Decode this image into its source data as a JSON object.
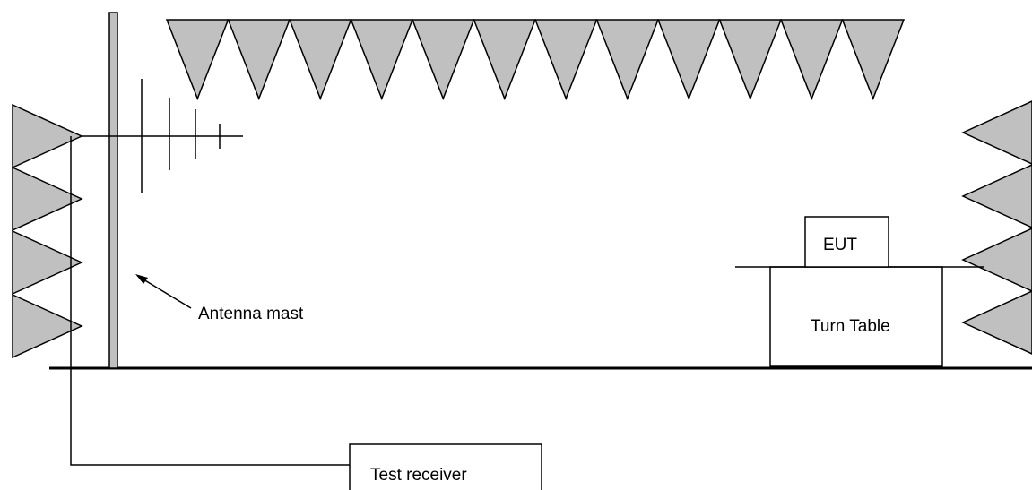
{
  "labels": {
    "antenna_mast": "Antenna mast",
    "eut": "EUT",
    "turn_table": "Turn Table",
    "test_receiver": "Test receiver"
  },
  "colors": {
    "absorber_fill": "#c0c0c0",
    "stroke": "#000000",
    "background": "#ffffff"
  },
  "absorbers": {
    "ceiling_count": 12,
    "left_wall_count": 4,
    "right_wall_count": 4
  }
}
